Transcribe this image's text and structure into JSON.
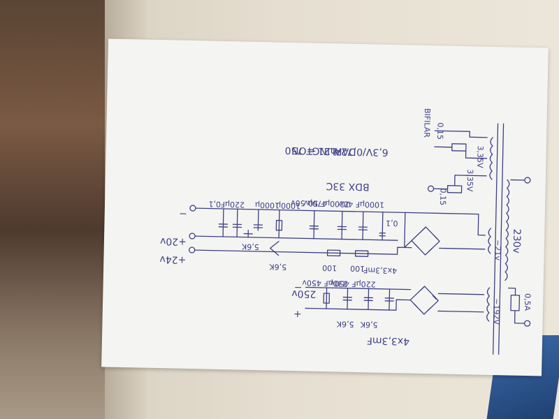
{
  "labels": {
    "mains_voltage": "230v",
    "mains_fuse": "0,5A",
    "bifilar": "BIFILAR",
    "sec_a": "3,35V",
    "sec_b": "3,35V",
    "res_a": "0,15",
    "res_b": "0,15",
    "heater": "6,3V/0,72A",
    "transistor": "BDX 33C",
    "darlington": "DARLINGTON",
    "hfe": "h21 = 750",
    "ac_21": "~21v",
    "ac_192": "~192V",
    "out_24": "+24v",
    "out_20": "+20v",
    "out_minus": "−",
    "hv_250": "250v",
    "hv_plus": "+",
    "hv_minus": "−",
    "cap_main": "4x3,3mF",
    "cap_bottom": "4x3,3mF",
    "cap_01": "0,1",
    "c_1000_40": "1000µF 40v",
    "c_2200_50": "2200µF 50v",
    "c_470_50": "470µ 50v",
    "c_1000a": "1000µ",
    "c_1000b": "1000µ",
    "c_220": "220µF",
    "c_01": "0,1",
    "r_100a": "100",
    "r_100b": "100",
    "r_56k_a": "5,6K",
    "r_56k_b": "5,6K",
    "c_220_450": "220µF 450v",
    "c_330_450": "330µF 450v",
    "r_56k_c": "5,6K",
    "r_56k_d": "5,6K"
  }
}
